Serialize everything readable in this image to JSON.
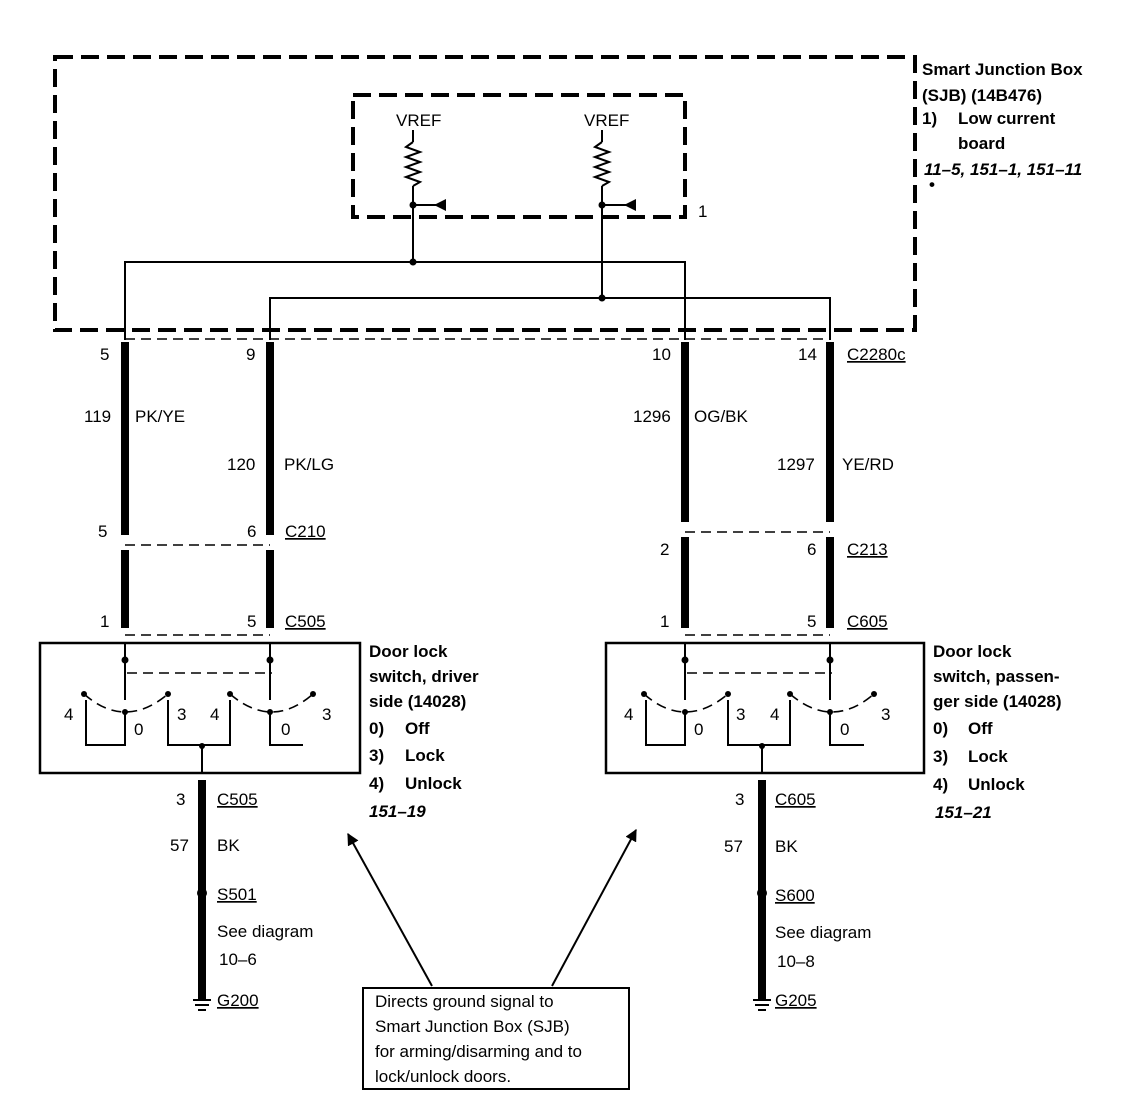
{
  "sjb": {
    "title1": "Smart Junction Box",
    "title2": "(SJB) (14B476)",
    "item_num": "1)",
    "item_text1": "Low current",
    "item_text2": "board",
    "refs": "11–5, 151–1, 151–11",
    "dot": "•",
    "inner_label": "1",
    "vref_left": "VREF",
    "vref_right": "VREF"
  },
  "pins_top": {
    "p5": "5",
    "p9": "9",
    "p10": "10",
    "p14": "14",
    "conn": "C2280c"
  },
  "circuits": [
    {
      "num": "119",
      "color": "PK/YE"
    },
    {
      "num": "120",
      "color": "PK/LG"
    },
    {
      "num": "1296",
      "color": "OG/BK"
    },
    {
      "num": "1297",
      "color": "YE/RD"
    }
  ],
  "c210": {
    "left": "5",
    "right": "6",
    "conn": "C210"
  },
  "c213": {
    "left": "2",
    "right": "6",
    "conn": "C213"
  },
  "c505": {
    "left": "1",
    "right": "5",
    "conn": "C505"
  },
  "c605": {
    "left": "1",
    "right": "5",
    "conn": "C605"
  },
  "driver_switch": {
    "line1": "Door lock",
    "line2": "switch, driver",
    "line3": "side (14028)",
    "opt0_num": "0)",
    "opt0": "Off",
    "opt3_num": "3)",
    "opt3": "Lock",
    "opt4_num": "4)",
    "opt4": "Unlock",
    "ref": "151–19",
    "pos": [
      "4",
      "0",
      "3",
      "4",
      "0",
      "3"
    ]
  },
  "pass_switch": {
    "line1": "Door lock",
    "line2": "switch, passen-",
    "line3": "ger side (14028)",
    "opt0_num": "0)",
    "opt0": "Off",
    "opt3_num": "3)",
    "opt3": "Lock",
    "opt4_num": "4)",
    "opt4": "Unlock",
    "ref": "151–21",
    "pos": [
      "4",
      "0",
      "3",
      "4",
      "0",
      "3"
    ]
  },
  "ground_left": {
    "pin": "3",
    "conn": "C505",
    "circuit": "57",
    "color": "BK",
    "splice": "S501",
    "see1": "See diagram",
    "see2": "10–6",
    "ground": "G200"
  },
  "ground_right": {
    "pin": "3",
    "conn": "C605",
    "circuit": "57",
    "color": "BK",
    "splice": "S600",
    "see1": "See diagram",
    "see2": "10–8",
    "ground": "G205"
  },
  "note": {
    "line1": "Directs ground signal to",
    "line2": "Smart Junction Box (SJB)",
    "line3": "for arming/disarming and to",
    "line4": "lock/unlock doors."
  }
}
